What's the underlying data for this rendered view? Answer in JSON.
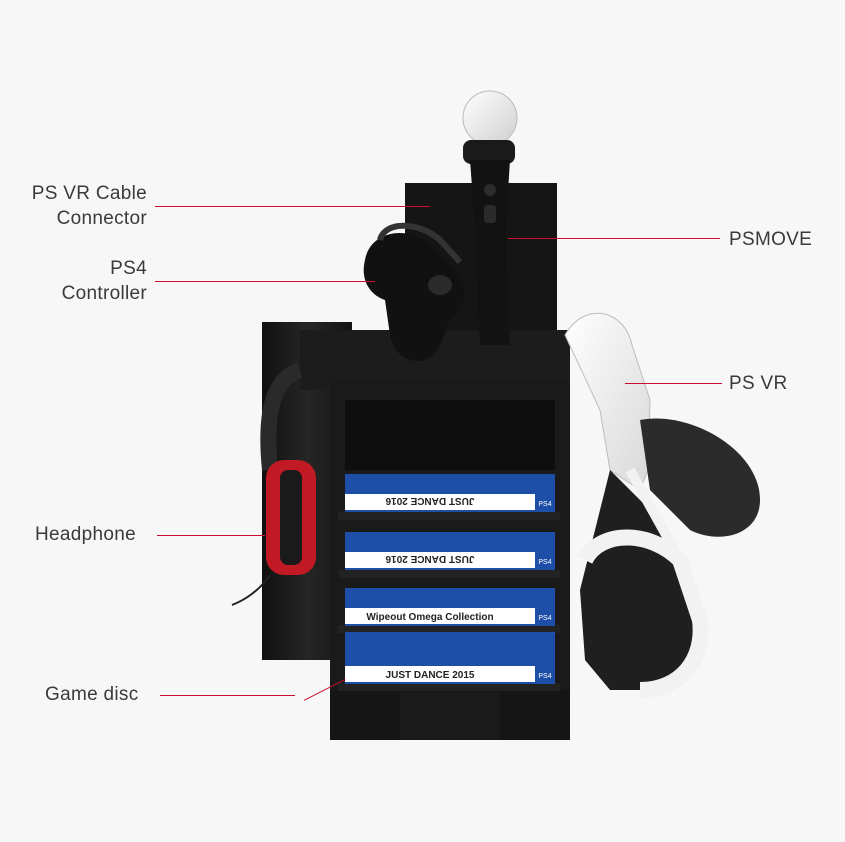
{
  "diagram": {
    "labels": {
      "cable_connector_line1": "PS VR Cable",
      "cable_connector_line2": "Connector",
      "controller_line1": "PS4",
      "controller_line2": "Controller",
      "headphone": "Headphone",
      "game_disc": "Game disc",
      "psmove": "PSMOVE",
      "psvr": "PS VR"
    },
    "disc_spines": [
      {
        "text": "JUST DANCE 2016",
        "badge": "PS4"
      },
      {
        "text": "JUST DANCE 2016",
        "badge": "PS4"
      },
      {
        "text": "Wipeout Omega Collection",
        "badge": "PS4"
      },
      {
        "text": "JUST DANCE 2015",
        "badge": "PS4"
      }
    ],
    "colors": {
      "leader_line": "#c8102e",
      "stand_body": "#1b1b1b",
      "ps4_blue": "#1d4fa8",
      "headset_white": "#f2f2f2",
      "headphone_red": "#c21a24"
    }
  }
}
